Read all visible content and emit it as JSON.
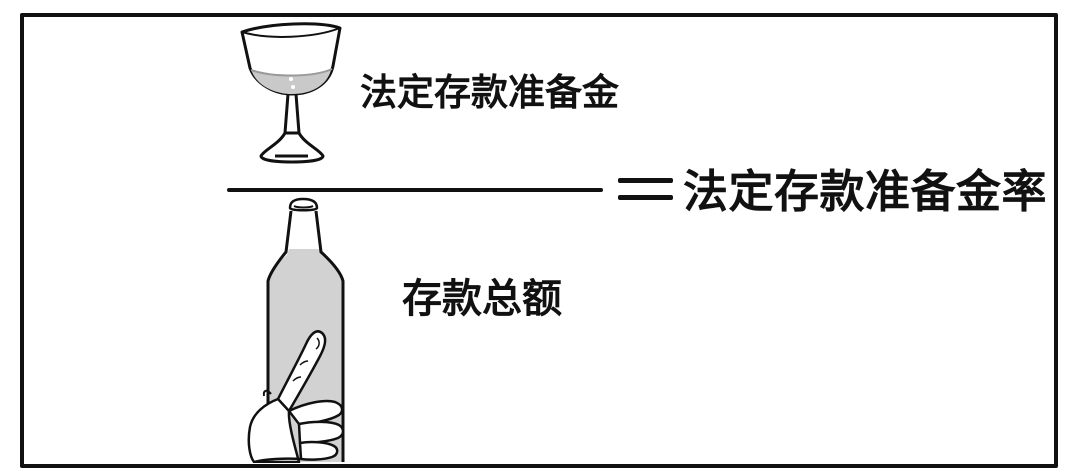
{
  "formula": {
    "numerator_label": "法定存款准备金",
    "denominator_label": "存款总额",
    "equals_symbol": "＝",
    "result_label": "法定存款准备金率"
  },
  "illustrations": {
    "numerator_icon": "wine-glass-partially-filled",
    "denominator_icon": "hand-holding-full-wine-bottle"
  },
  "colors": {
    "background": "#ffffff",
    "frame_border": "#111111",
    "text": "#111111",
    "glass_liquid": "#c9c9c9",
    "bottle_liquid": "#d2d2d2",
    "liquid_edge": "#9a9a9a"
  }
}
